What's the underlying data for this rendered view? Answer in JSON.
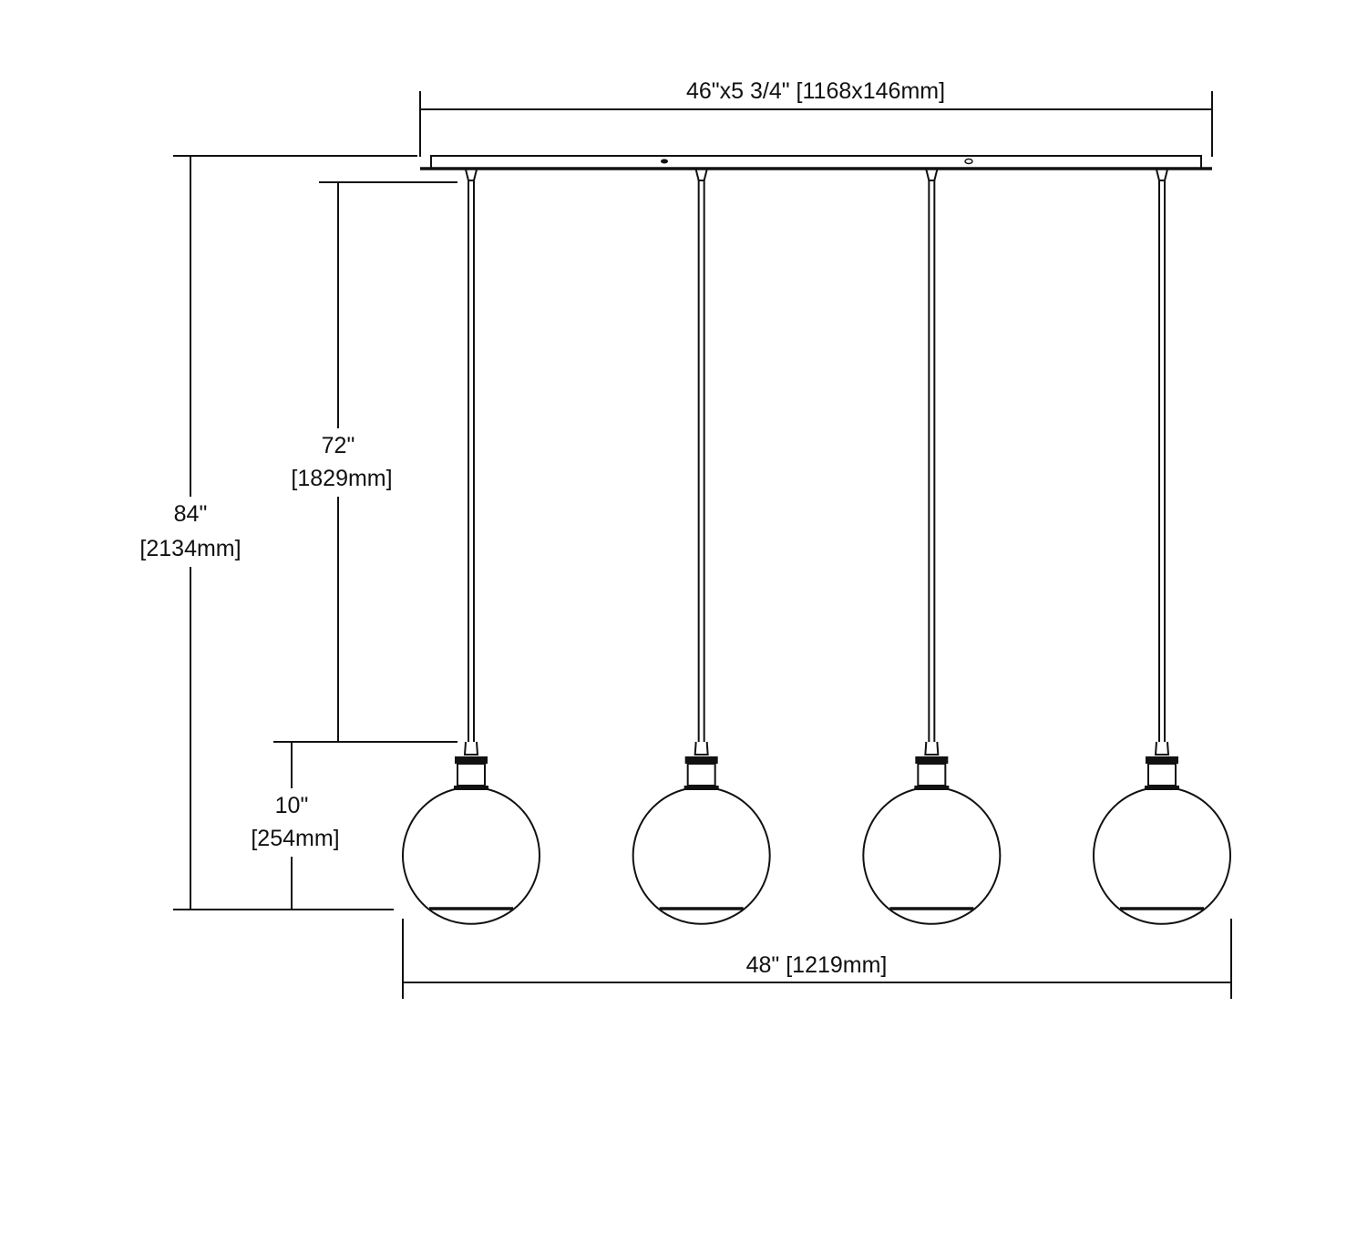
{
  "dimensions": {
    "canopy": "46\"x5 3/4\" [1168x146mm]",
    "overall_height_in": "84\"",
    "overall_height_mm": "[2134mm]",
    "cord_length_in": "72\"",
    "cord_length_mm": "[1829mm]",
    "shade_height_in": "10\"",
    "shade_height_mm": "[254mm]",
    "overall_width": "48\" [1219mm]"
  },
  "pendant_count": 4
}
